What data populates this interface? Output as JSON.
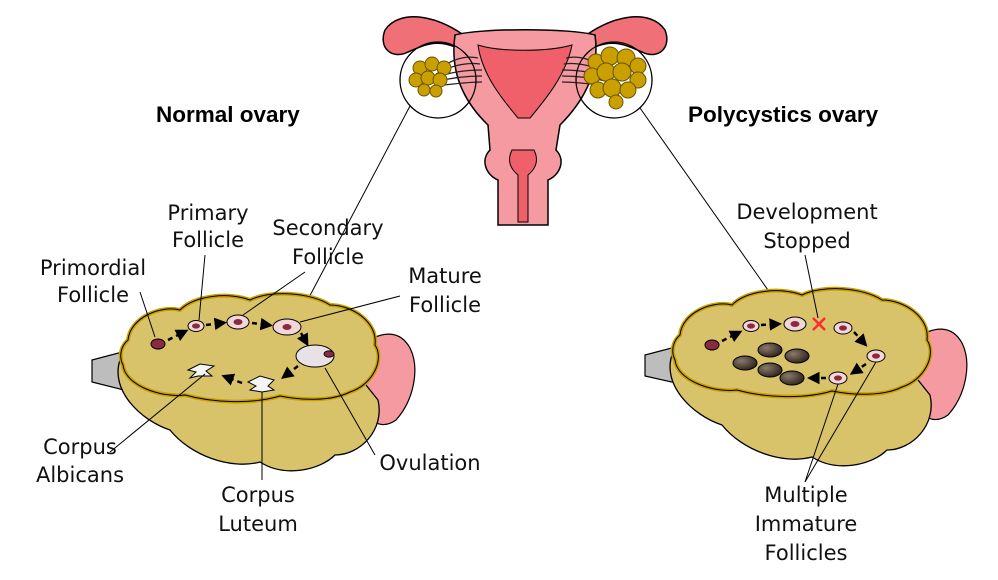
{
  "titles": {
    "normal": "Normal ovary",
    "polycystic": "Polycystics ovary"
  },
  "labels": {
    "primordial": [
      "Primordial",
      "Follicle"
    ],
    "primary": [
      "Primary",
      "Follicle"
    ],
    "secondary": [
      "Secondary",
      "Follicle"
    ],
    "mature": [
      "Mature",
      "Follicle"
    ],
    "corpus_albicans": [
      "Corpus",
      "Albicans"
    ],
    "corpus_luteum": [
      "Corpus",
      "Luteum"
    ],
    "ovulation": [
      "Ovulation"
    ],
    "development_stopped": [
      "Development",
      "Stopped"
    ],
    "multiple_immature": [
      "Multiple",
      "Immature",
      "Follicles"
    ]
  },
  "colors": {
    "ovary_fill": "#d8c26a",
    "ovary_rim": "#c9a000",
    "tube_pink": "#f59aa0",
    "uterus_red": "#f0606a",
    "follicle_dark": "#8a2a40",
    "cyst_dark": "#3a2f28",
    "stop_mark": "#ff2a2a"
  }
}
